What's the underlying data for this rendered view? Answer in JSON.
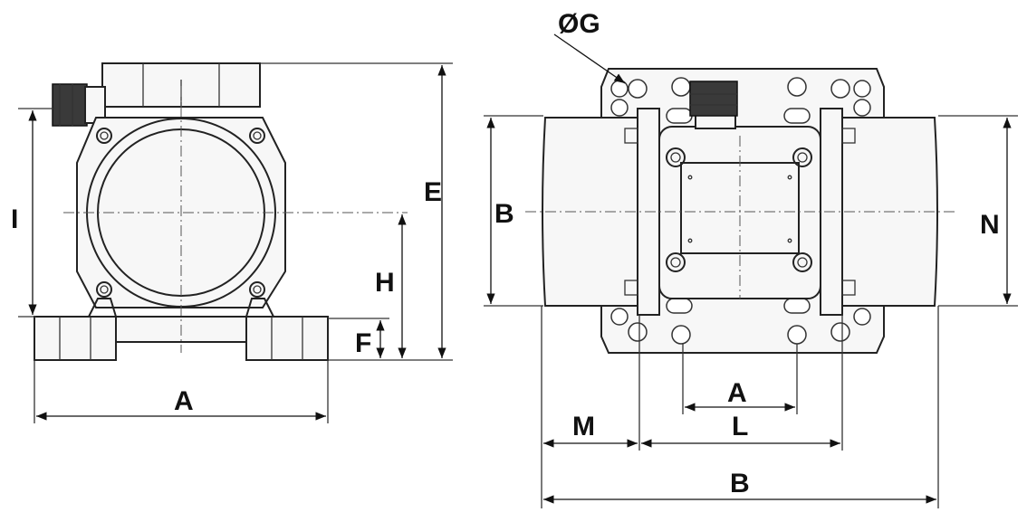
{
  "front_view": {
    "labels": {
      "A": "A",
      "I": "I",
      "E": "E",
      "H": "H",
      "F": "F"
    }
  },
  "top_view": {
    "labels": {
      "G": "ØG",
      "B_left": "B",
      "N": "N",
      "A": "A",
      "M": "M",
      "L": "L",
      "B_bottom": "B"
    }
  },
  "colors": {
    "line": "#222222",
    "background": "#ffffff",
    "fill": "#f7f7f7",
    "cable_gland": "#3a3a3a"
  }
}
